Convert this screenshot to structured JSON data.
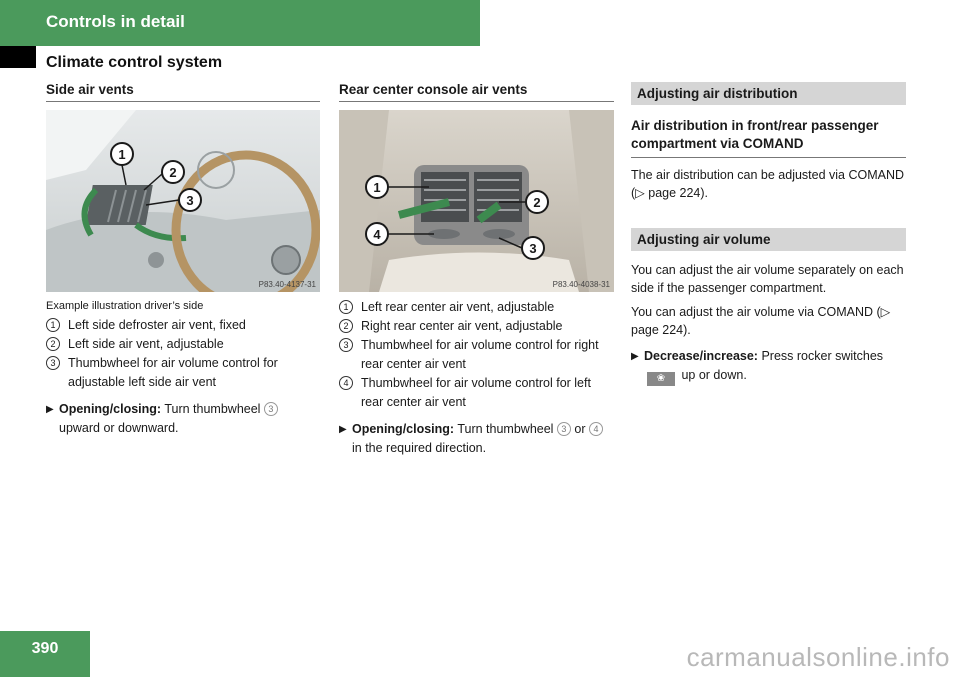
{
  "header": {
    "section": "Controls in detail",
    "subsection": "Climate control system"
  },
  "col1": {
    "heading": "Side air vents",
    "figure_code": "P83.40-4137-31",
    "figure_callouts": [
      "1",
      "2",
      "3"
    ],
    "caption": "Example illustration driver’s side",
    "items": [
      {
        "num": "1",
        "text": "Left side defroster air vent, fixed"
      },
      {
        "num": "2",
        "text": "Left side air vent, adjustable"
      },
      {
        "num": "3",
        "text": "Thumbwheel for air volume control for adjustable left side air vent"
      }
    ],
    "action_label": "Opening/closing:",
    "action_text_before": " Turn thumbwheel ",
    "action_ref": "3",
    "action_text_after": " upward or downward."
  },
  "col2": {
    "heading": "Rear center console air vents",
    "figure_code": "P83.40-4038-31",
    "figure_callouts": [
      "1",
      "2",
      "3",
      "4"
    ],
    "items": [
      {
        "num": "1",
        "text": "Left rear center air vent, adjustable"
      },
      {
        "num": "2",
        "text": "Right rear center air vent, adjustable"
      },
      {
        "num": "3",
        "text": "Thumbwheel for air volume control for right rear center air vent"
      },
      {
        "num": "4",
        "text": "Thumbwheel for air volume control for left rear center air vent"
      }
    ],
    "action_label": "Opening/closing:",
    "action_text_before": " Turn thumbwheel ",
    "action_ref1": "3",
    "action_text_mid": " or ",
    "action_ref2": "4",
    "action_text_after": " in the required direction."
  },
  "col3": {
    "bar1": "Adjusting air distribution",
    "subheading": "Air distribution in front/rear passenger compartment via COMAND",
    "para1": "The air distribution can be adjusted via COMAND (▷ page 224).",
    "bar2": "Adjusting air volume",
    "para2": "You can adjust the air volume separately on each side if the passenger compartment.",
    "para3": "You can adjust the air volume via COMAND (▷ page 224).",
    "action_label": "Decrease/increase:",
    "action_text_before": " Press rocker switches ",
    "rocker_glyph": "❀",
    "action_text_after": " up or down."
  },
  "footer": {
    "page_number": "390",
    "watermark": "carmanualsonline.info"
  }
}
